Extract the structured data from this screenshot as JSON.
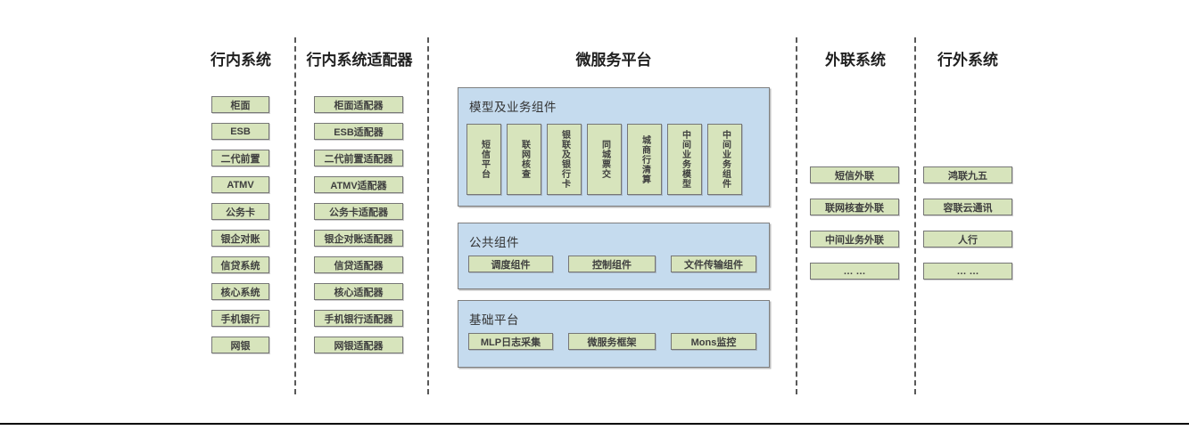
{
  "diagram": {
    "columns": {
      "internal": {
        "title": "行内系统",
        "boxes": [
          "柜面",
          "ESB",
          "二代前置",
          "ATMV",
          "公务卡",
          "银企对账",
          "信贷系统",
          "核心系统",
          "手机银行",
          "网银"
        ]
      },
      "adapters": {
        "title": "行内系统适配器",
        "boxes": [
          "柜面适配器",
          "ESB适配器",
          "二代前置适配器",
          "ATMV适配器",
          "公务卡适配器",
          "银企对账适配器",
          "信贷适配器",
          "核心适配器",
          "手机银行适配器",
          "网银适配器"
        ]
      },
      "platform": {
        "title": "微服务平台",
        "groups": [
          {
            "label": "模型及业务组件",
            "boxes": [
              "短信平台",
              "联网核查",
              "银联及银行卡",
              "同城票交",
              "城商行清算",
              "中间业务模型",
              "中间业务组件"
            ]
          },
          {
            "label": "公共组件",
            "boxes": [
              "调度组件",
              "控制组件",
              "文件传输组件"
            ]
          },
          {
            "label": "基础平台",
            "boxes": [
              "MLP日志采集",
              "微服务框架",
              "Mons监控"
            ]
          }
        ]
      },
      "outreach": {
        "title": "外联系统",
        "boxes": [
          "短信外联",
          "联网核查外联",
          "中间业务外联",
          "… …"
        ]
      },
      "external": {
        "title": "行外系统",
        "boxes": [
          "鸿联九五",
          "容联云通讯",
          "人行",
          "… …"
        ]
      }
    },
    "colors": {
      "component_fill": "#d7e4bc",
      "component_border": "#767676",
      "panel_fill": "#c5dbee",
      "panel_border": "#7f7f7f",
      "divider": "#595959",
      "bottom_rule": "#000000"
    }
  }
}
